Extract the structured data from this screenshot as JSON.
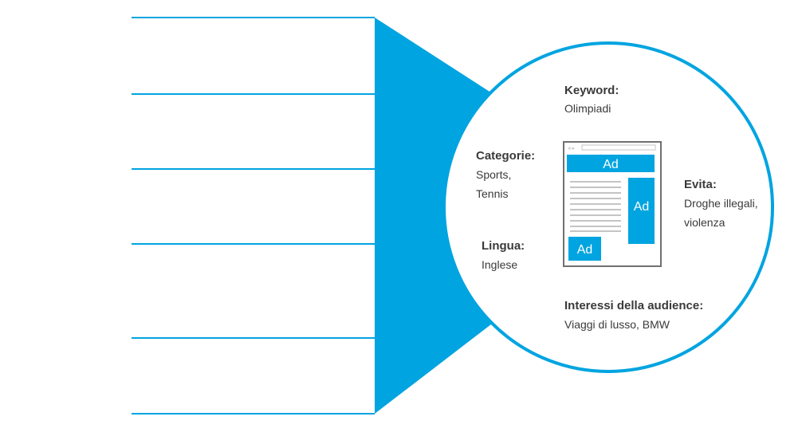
{
  "colors": {
    "accent": "#00A4E0",
    "text": "#3a3a3a",
    "page_line": "#c4c4c4",
    "frame": "#707070"
  },
  "icon": "webpage-with-ads-icon",
  "ad_label": "Ad",
  "labels": {
    "keyword": {
      "title": "Keyword:",
      "lines": [
        "Olimpiadi"
      ]
    },
    "categories": {
      "title": "Categorie:",
      "lines": [
        "Sports,",
        "Tennis"
      ]
    },
    "avoid": {
      "title": "Evita:",
      "lines": [
        "Droghe illegali,",
        "violenza"
      ]
    },
    "language": {
      "title": "Lingua:",
      "lines": [
        "Inglese"
      ]
    },
    "audience": {
      "title": "Interessi della audience:",
      "lines": [
        "Viaggi di lusso, BMW"
      ]
    }
  }
}
